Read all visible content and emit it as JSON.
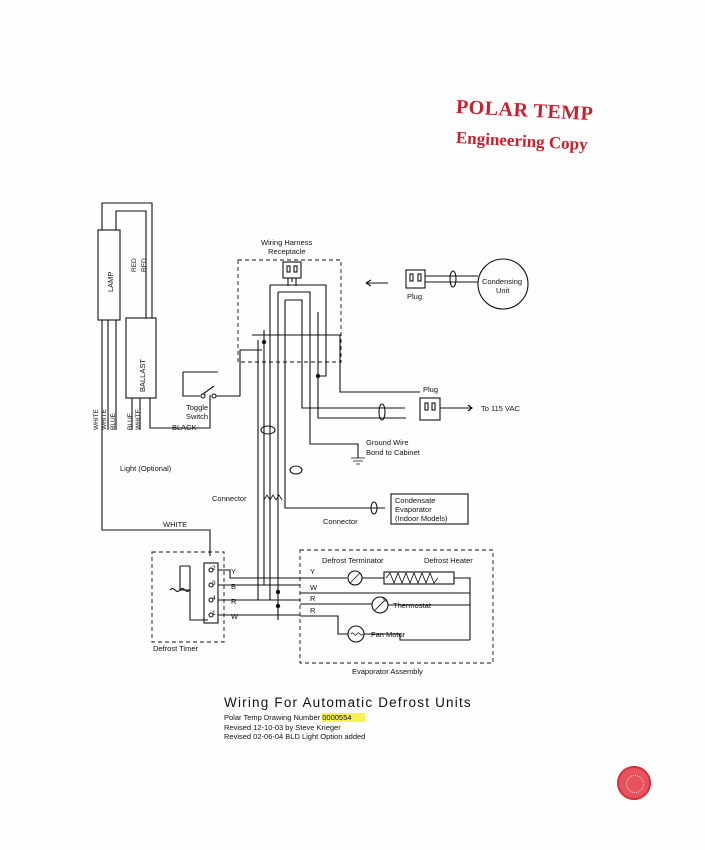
{
  "stamp": {
    "line1": "POLAR TEMP",
    "line2": "Engineering Copy",
    "color": "#c8202e"
  },
  "diagram": {
    "lamp": "LAMP",
    "ballast": "BALLAST",
    "red1": "RED",
    "red2": "RED",
    "white_l1": "WHITE",
    "white_l2": "WHITE",
    "blue_l1": "BLUE",
    "blue_l2": "BLUE",
    "white_l3": "WHITE",
    "toggle_switch_1": "Toggle",
    "toggle_switch_2": "Switch",
    "black": "BLACK",
    "light_optional": "Light (Optional)",
    "harness_1": "Wiring Harness",
    "harness_2": "Receptacle",
    "condensing_1": "Condensing",
    "condensing_2": "Unit",
    "plug_top": "Plug",
    "plug_mid": "Plug",
    "to_115": "To 115 VAC",
    "ground_1": "Ground Wire",
    "ground_2": "Bond to Cabinet",
    "connector_1": "Connector",
    "connector_2": "Connector",
    "condensate_1": "Condensate",
    "condensate_2": "Evaporator",
    "condensate_3": "(Indoor Models)",
    "white_timer": "WHITE",
    "defrost_timer": "Defrost Timer",
    "t2": "2",
    "t3": "3",
    "t4": "4",
    "t1": "1",
    "tY": "Y",
    "tB": "B",
    "tR": "R",
    "tW": "W",
    "eY": "Y",
    "eW": "W",
    "eR1": "R",
    "eR2": "R",
    "defrost_terminator": "Defrost Terminator",
    "defrost_heater": "Defrost Heater",
    "thermostat": "Thermostat",
    "fan_motor": "Fan Motor",
    "evaporator_assembly": "Evaporator Assembly"
  },
  "title": {
    "main": "Wiring For Automatic Defrost Units",
    "drawing_prefix": "Polar Temp Drawing Number",
    "drawing_number": "0000554",
    "revised1": "Revised  12-10-03  by  Steve Krieger",
    "revised2": "Revised  02-06-04  BLD Light Option  added",
    "highlight_color": "#f6f05a"
  }
}
